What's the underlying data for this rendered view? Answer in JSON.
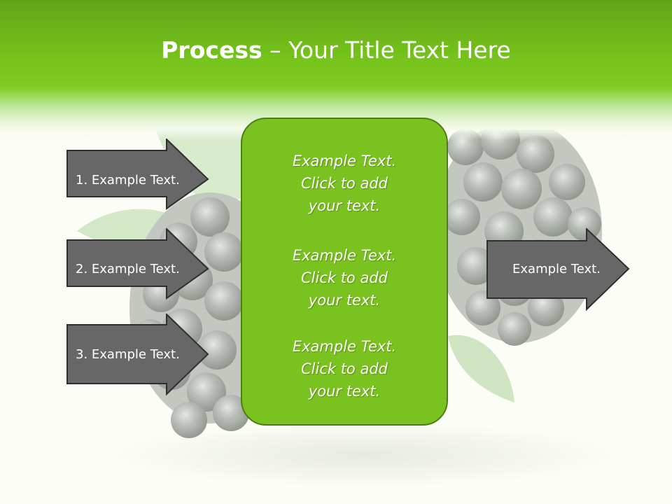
{
  "title": {
    "bold": "Process",
    "rest": " – Your Title Text Here"
  },
  "left_steps": [
    {
      "label": "1. Example Text."
    },
    {
      "label": "2. Example Text."
    },
    {
      "label": "3. Example Text."
    }
  ],
  "center": {
    "paragraphs": [
      {
        "line1": "Example Text.",
        "line2": "Click  to add",
        "line3": "your text."
      },
      {
        "line1": "Example Text.",
        "line2": "Click  to add",
        "line3": "your text."
      },
      {
        "line1": "Example Text.",
        "line2": "Click  to add",
        "line3": "your text."
      }
    ]
  },
  "right_output": {
    "label": "Example Text."
  },
  "colors": {
    "header_green": "#74c21b",
    "box_green": "#7ac21f",
    "box_border": "#4c7e11",
    "arrow_fill": "#676767",
    "arrow_stroke": "#2f2f2f"
  }
}
